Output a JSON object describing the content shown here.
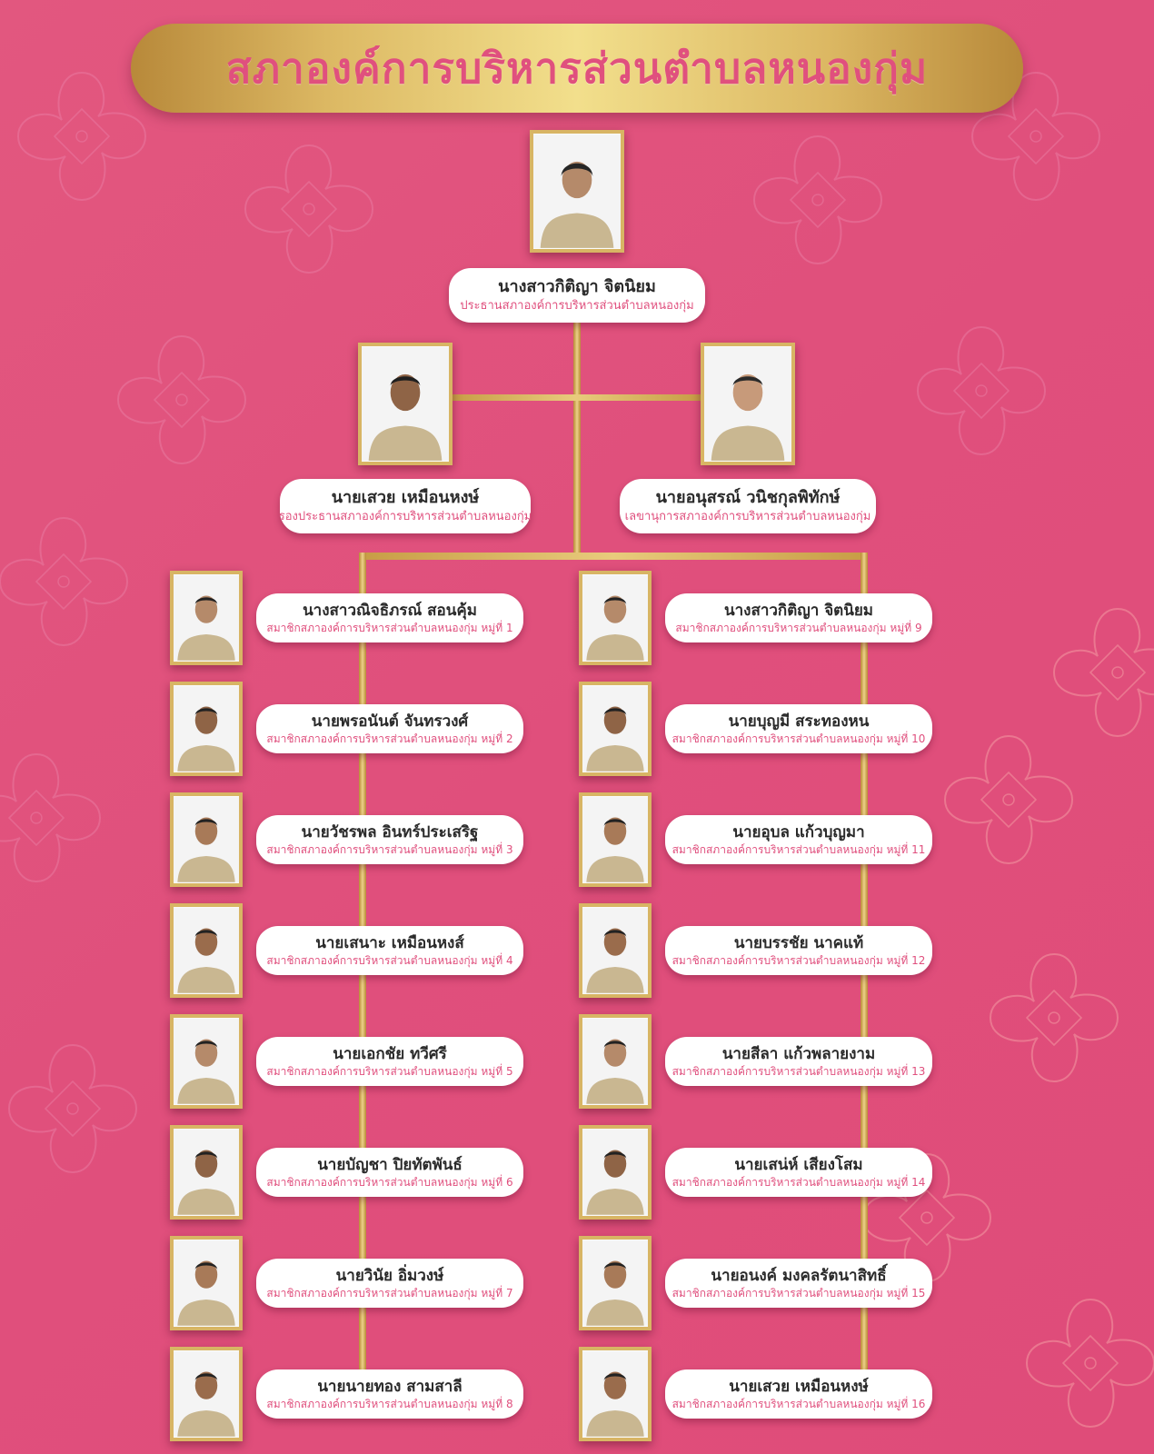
{
  "title": "สภาองค์การบริหารส่วนตำบลหนองกุ่ม",
  "colors": {
    "background": "#e0517d",
    "gold": "#d8b564",
    "accent_text": "#e0507e",
    "card": "#ffffff"
  },
  "president": {
    "name": "นางสาวกิติญา  จิตนิยม",
    "role": "ประธานสภาองค์การบริหารส่วนตำบลหนองกุ่ม"
  },
  "vice_president": {
    "name": "นายเสวย  เหมือนหงษ์",
    "role": "รองประธานสภาองค์การบริหารส่วนตำบลหนองกุ่ม"
  },
  "secretary": {
    "name": "นายอนุสรณ์  วนิชกุลพิทักษ์",
    "role": "เลขานุการสภาองค์การบริหารส่วนตำบลหนองกุ่ม"
  },
  "members_left": [
    {
      "name": "นางสาวณิจธิภรณ์ สอนคุ้ม",
      "role": "สมาชิกสภาองค์การบริหารส่วนตำบลหนองกุ่ม หมู่ที่ 1"
    },
    {
      "name": "นายพรอนันต์  จันทรวงศ์",
      "role": "สมาชิกสภาองค์การบริหารส่วนตำบลหนองกุ่ม หมู่ที่ 2"
    },
    {
      "name": "นายวัชรพล  อินทร์ประเสริฐ",
      "role": "สมาชิกสภาองค์การบริหารส่วนตำบลหนองกุ่ม หมู่ที่ 3"
    },
    {
      "name": "นายเสนาะ  เหมือนหงส์",
      "role": "สมาชิกสภาองค์การบริหารส่วนตำบลหนองกุ่ม หมู่ที่ 4"
    },
    {
      "name": "นายเอกชัย  ทวีศรี",
      "role": "สมาชิกสภาองค์การบริหารส่วนตำบลหนองกุ่ม หมู่ที่ 5"
    },
    {
      "name": "นายบัญชา  ปิยทัตพันธ์",
      "role": "สมาชิกสภาองค์การบริหารส่วนตำบลหนองกุ่ม หมู่ที่ 6"
    },
    {
      "name": "นายวินัย  อิ่มวงษ์",
      "role": "สมาชิกสภาองค์การบริหารส่วนตำบลหนองกุ่ม หมู่ที่ 7"
    },
    {
      "name": "นายนายทอง  สามสาลี",
      "role": "สมาชิกสภาองค์การบริหารส่วนตำบลหนองกุ่ม หมู่ที่ 8"
    }
  ],
  "members_right": [
    {
      "name": "นางสาวกิติญา  จิตนิยม",
      "role": "สมาชิกสภาองค์การบริหารส่วนตำบลหนองกุ่ม หมู่ที่ 9"
    },
    {
      "name": "นายบุญมี  สระทองหน",
      "role": "สมาชิกสภาองค์การบริหารส่วนตำบลหนองกุ่ม หมู่ที่ 10"
    },
    {
      "name": "นายอุบล  แก้วบุญมา",
      "role": "สมาชิกสภาองค์การบริหารส่วนตำบลหนองกุ่ม หมู่ที่ 11"
    },
    {
      "name": "นายบรรชัย  นาคแท้",
      "role": "สมาชิกสภาองค์การบริหารส่วนตำบลหนองกุ่ม หมู่ที่ 12"
    },
    {
      "name": "นายสีลา  แก้วพลายงาม",
      "role": "สมาชิกสภาองค์การบริหารส่วนตำบลหนองกุ่ม หมู่ที่ 13"
    },
    {
      "name": "นายเสน่ห์  เสียงโสม",
      "role": "สมาชิกสภาองค์การบริหารส่วนตำบลหนองกุ่ม หมู่ที่ 14"
    },
    {
      "name": "นายอนงค์  มงคลรัตนาสิทธิ์",
      "role": "สมาชิกสภาองค์การบริหารส่วนตำบลหนองกุ่ม หมู่ที่ 15"
    },
    {
      "name": "นายเสวย  เหมือนหงษ์",
      "role": "สมาชิกสภาองค์การบริหารส่วนตำบลหนองกุ่ม หมู่ที่ 16"
    }
  ]
}
